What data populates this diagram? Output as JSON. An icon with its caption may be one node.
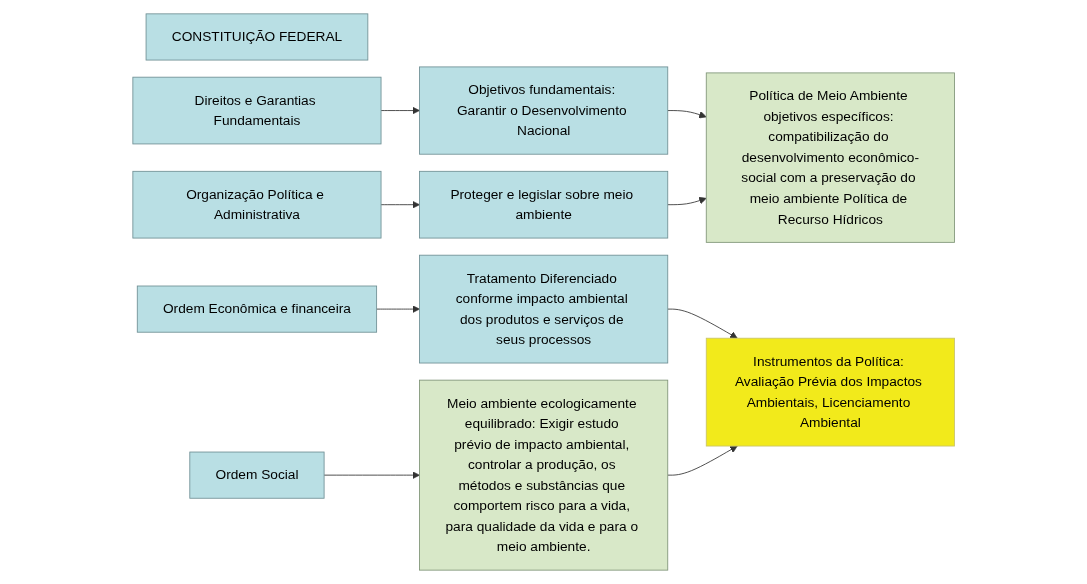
{
  "diagram": {
    "nodes": [
      {
        "text": [
          "CONSTITUIÇÃO FEDERAL"
        ]
      },
      {
        "text": [
          "Direitos e Garantias Fundamentais"
        ]
      },
      {
        "text": [
          "Organização Política e Administrativa"
        ]
      },
      {
        "text": [
          "Ordem Econômica e financeira"
        ]
      },
      {
        "text": [
          "Ordem Social"
        ]
      },
      {
        "text": [
          "Objetivos fundamentais: Garantir o Desenvolvimento Nacional"
        ]
      },
      {
        "text": [
          "Proteger e legislar sobre meio ambiente"
        ]
      },
      {
        "text": [
          "Tratamento Diferenciado conforme impacto ambiental dos produtos e serviços de seus processos"
        ]
      },
      {
        "text": [
          "Meio ambiente ecologicamente equilibrado: Exigir estudo prévio de impacto ambiental, controlar a produção, os métodos e substâncias que comportem risco para a vida, para qualidade da vida e para o meio ambiente."
        ]
      },
      {
        "text": [
          "Política de Meio Ambiente objetivos específicos: compatibilização do desenvolvimento econômico-social com a preservação do meio ambiente Política de Recurso Hídricos"
        ]
      },
      {
        "text": [
          "Instrumentos da Política: Avaliação Prévia dos Impactos Ambientais, Licenciamento Ambiental"
        ]
      }
    ],
    "edges": [
      {
        "from": 1,
        "to": 5,
        "arrow": "to"
      },
      {
        "from": 2,
        "to": 6,
        "arrow": "to"
      },
      {
        "from": 3,
        "to": 7,
        "arrow": "to"
      },
      {
        "from": 4,
        "to": 8,
        "arrow": "to"
      },
      {
        "from": 5,
        "to": 9,
        "arrow": "to"
      },
      {
        "from": 6,
        "to": 9,
        "arrow": "to"
      },
      {
        "from": 7,
        "to": 10,
        "arrow": "to"
      },
      {
        "from": 8,
        "to": 10,
        "arrow": "to"
      }
    ]
  }
}
